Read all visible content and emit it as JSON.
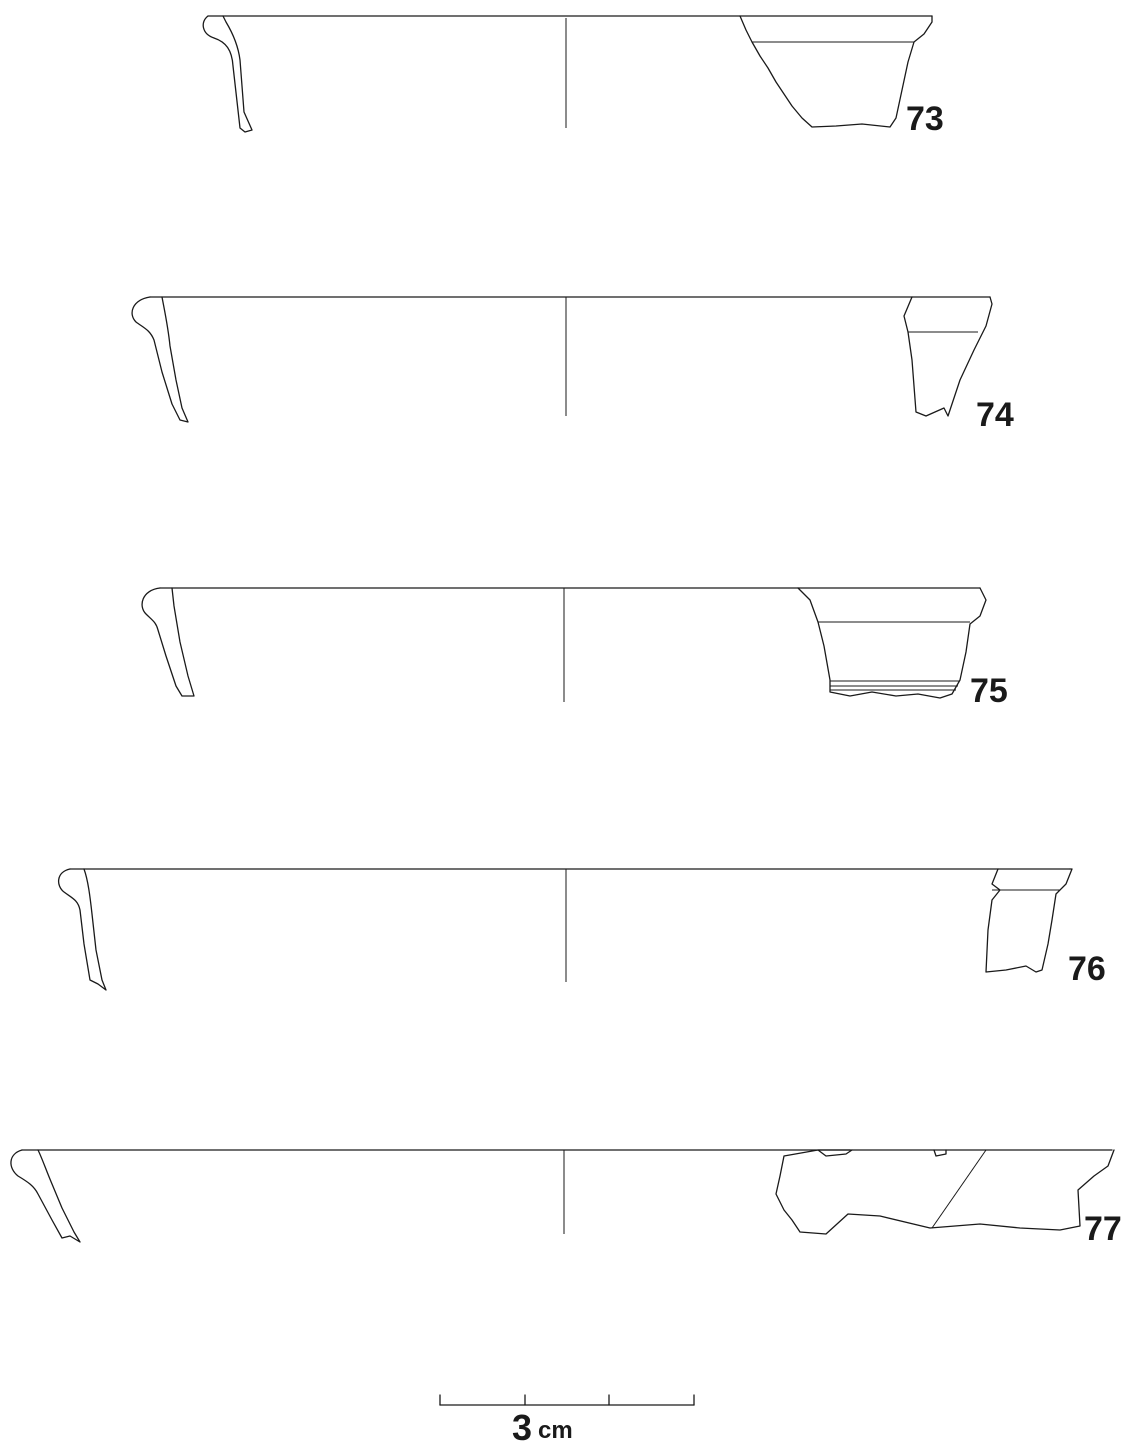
{
  "figure": {
    "sherds": [
      {
        "number": "73"
      },
      {
        "number": "74"
      },
      {
        "number": "75"
      },
      {
        "number": "76"
      },
      {
        "number": "77"
      }
    ],
    "scale_bar": {
      "value": "3",
      "unit": "cm"
    }
  }
}
